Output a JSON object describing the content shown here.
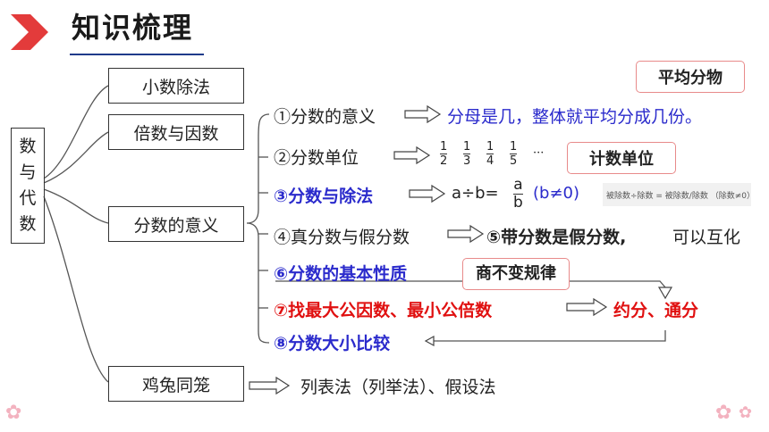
{
  "header": {
    "title": "知识梳理"
  },
  "root": {
    "label_chars": [
      "数",
      "与",
      "代",
      "数"
    ]
  },
  "branches": [
    "小数除法",
    "倍数与因数",
    "分数的意义",
    "鸡兔同笼"
  ],
  "items": {
    "i1": {
      "label": "①分数的意义",
      "detail": "分母是几，整体就平均分成几份。"
    },
    "i2": {
      "label": "②分数单位",
      "fractions": [
        [
          "1",
          "2"
        ],
        [
          "1",
          "3"
        ],
        [
          "1",
          "4"
        ],
        [
          "1",
          "5"
        ]
      ],
      "ellipsis": "···"
    },
    "i3": {
      "label": "③分数与除法",
      "formula_a": "a÷b=",
      "frac_num": "a",
      "frac_den": "b",
      "condition": "(b≠0)",
      "small_formula": "被除数÷除数 = 被除数/除数  （除数≠0）"
    },
    "i4": {
      "label": "④真分数与假分数",
      "part5_bold": "⑤带分数是假分数,",
      "part5_rest": "可以互化"
    },
    "i6": {
      "label": "⑥分数的基本性质"
    },
    "i7": {
      "label": "⑦找最大公因数、最小公倍数",
      "result": "约分、通分"
    },
    "i8": {
      "label": "⑧分数大小比较"
    },
    "chicken": {
      "methods": "列表法（列举法）、假设法"
    }
  },
  "tags": {
    "avg": "平均分物",
    "unit": "计数单位",
    "rule": "商不变规律"
  },
  "colors": {
    "blue": "#2b2bcc",
    "red": "#e01010",
    "accent": "#e33b3b"
  }
}
